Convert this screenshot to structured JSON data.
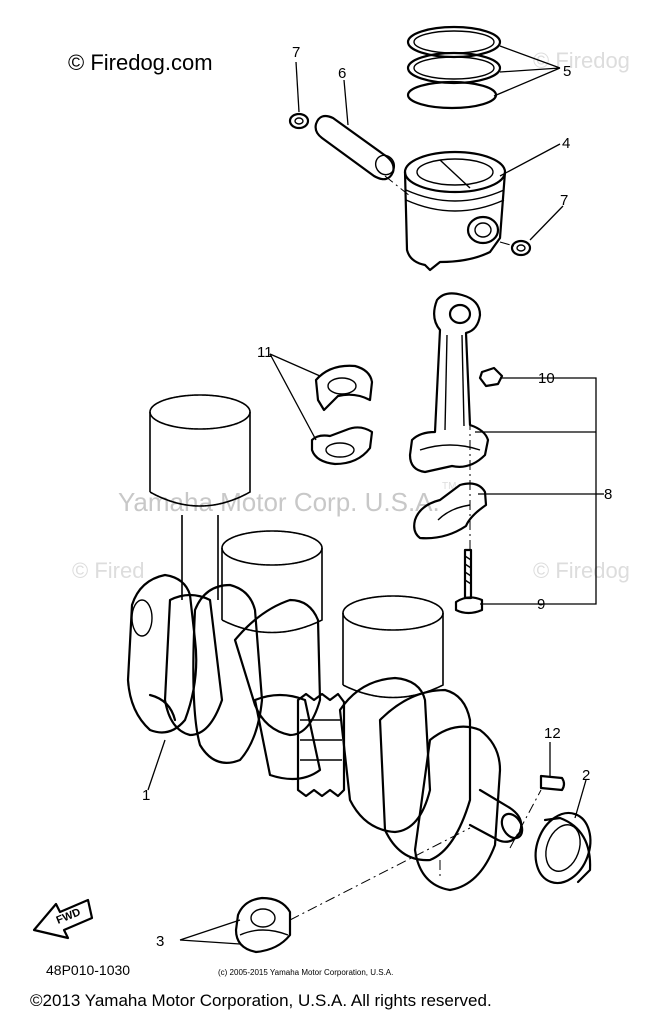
{
  "watermarks": {
    "top_left": "© Firedog.com",
    "center": "Yamaha Motor Corp. U.S.A.",
    "tm": "TM",
    "right_top": "© Firedog",
    "left_mid": "© Fired",
    "right_mid": "© Firedog"
  },
  "part_numbers": {
    "p1": "1",
    "p2": "2",
    "p3": "3",
    "p4": "4",
    "p5": "5",
    "p6": "6",
    "p7a": "7",
    "p7b": "7",
    "p8": "8",
    "p9": "9",
    "p10": "10",
    "p11": "11",
    "p12": "12"
  },
  "diagram_code": "48P010-1030",
  "forward_arrow": "FWD",
  "small_copyright": "(c) 2005-2015 Yamaha Motor Corporation, U.S.A.",
  "footer_copyright": "©2013 Yamaha Motor Corporation, U.S.A. All rights reserved."
}
